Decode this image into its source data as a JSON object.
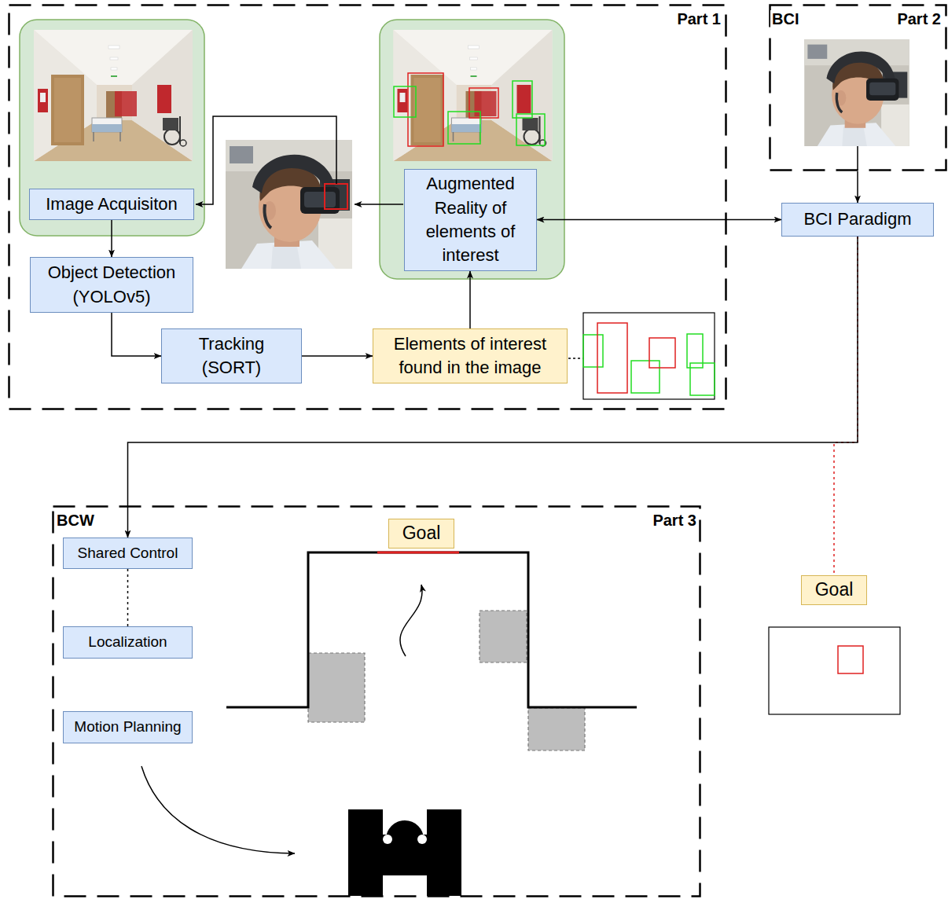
{
  "diagram": {
    "nodes": [
      {
        "text": [
          "Part 1"
        ]
      },
      {
        "text": [
          "Image Acquisiton"
        ],
        "in": 0
      },
      {
        "text": [
          "Augmented Reality of elements of interest"
        ],
        "in": 0
      },
      {
        "text": [
          "Object Detection (YOLOv5)"
        ],
        "in": 0
      },
      {
        "text": [
          "Tracking (SORT)"
        ],
        "in": 0
      },
      {
        "text": [
          "Elements of interest found in the image"
        ],
        "in": 0
      },
      {
        "text": [
          "BCI",
          "Part 2"
        ]
      },
      {
        "text": [
          "BCI Paradigm"
        ]
      },
      {
        "text": [
          "BCW",
          "Part 3"
        ]
      },
      {
        "text": [
          "Shared Control"
        ],
        "in": 8
      },
      {
        "text": [
          "Localization"
        ],
        "in": 8
      },
      {
        "text": [
          "Motion Planning"
        ],
        "in": 8
      },
      {
        "text": [
          "Goal"
        ],
        "in": 8
      },
      {
        "text": [
          "Goal"
        ]
      }
    ],
    "edges": [
      {
        "from": 1,
        "to": 3,
        "arrow": "to"
      },
      {
        "from": 3,
        "to": 4,
        "arrow": "to"
      },
      {
        "from": 4,
        "to": 5,
        "arrow": "to"
      },
      {
        "from": 5,
        "to": 2,
        "arrow": "to"
      },
      {
        "from": 2,
        "to": 7,
        "arrow": "both"
      },
      {
        "from": 6,
        "to": 7,
        "arrow": "to"
      },
      {
        "from": 7,
        "to": 9,
        "arrow": "to"
      },
      {
        "from": 9,
        "to": 10,
        "arrow": "none"
      },
      {
        "from": 7,
        "to": 13,
        "arrow": "none"
      }
    ]
  }
}
